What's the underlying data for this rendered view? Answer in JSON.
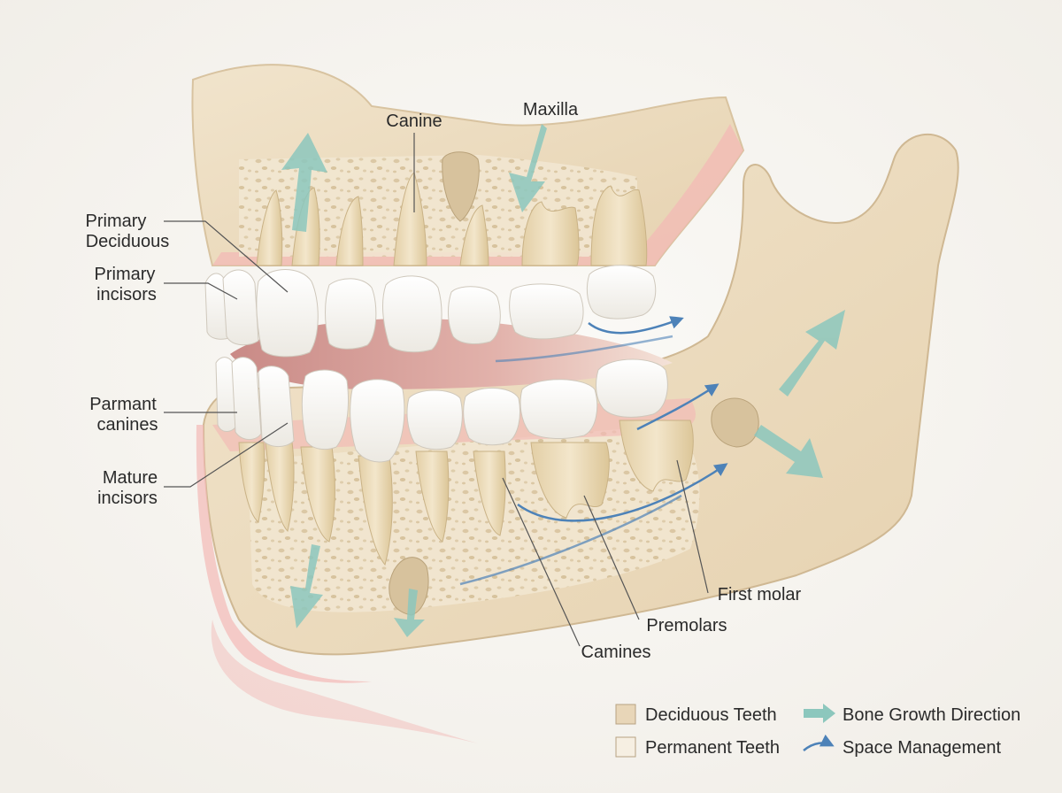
{
  "labels": {
    "canine": "Canine",
    "maxilla": "Maxilla",
    "primary_deciduous_1": "Primary",
    "primary_deciduous_2": "Deciduous",
    "primary_incisors_1": "Primary",
    "primary_incisors_2": "incisors",
    "parmant_canines_1": "Parmant",
    "parmant_canines_2": "canines",
    "mature_incisors_1": "Mature",
    "mature_incisors_2": "incisors",
    "first_molar": "First molar",
    "premolars": "Premolars",
    "camines": "Camines"
  },
  "legend": {
    "deciduous": "Deciduous Teeth",
    "permanent": "Permanent Teeth",
    "bone_growth": "Bone Growth Direction",
    "space_management": "Space Management"
  },
  "colors": {
    "deciduous_swatch": "#e8d6b8",
    "permanent_swatch": "#f6efe2",
    "bone": "#ecdcc0",
    "gum": "#f1b7b4",
    "bone_growth_arrow": "#8cc7bd",
    "space_arrow": "#4d82b8"
  }
}
